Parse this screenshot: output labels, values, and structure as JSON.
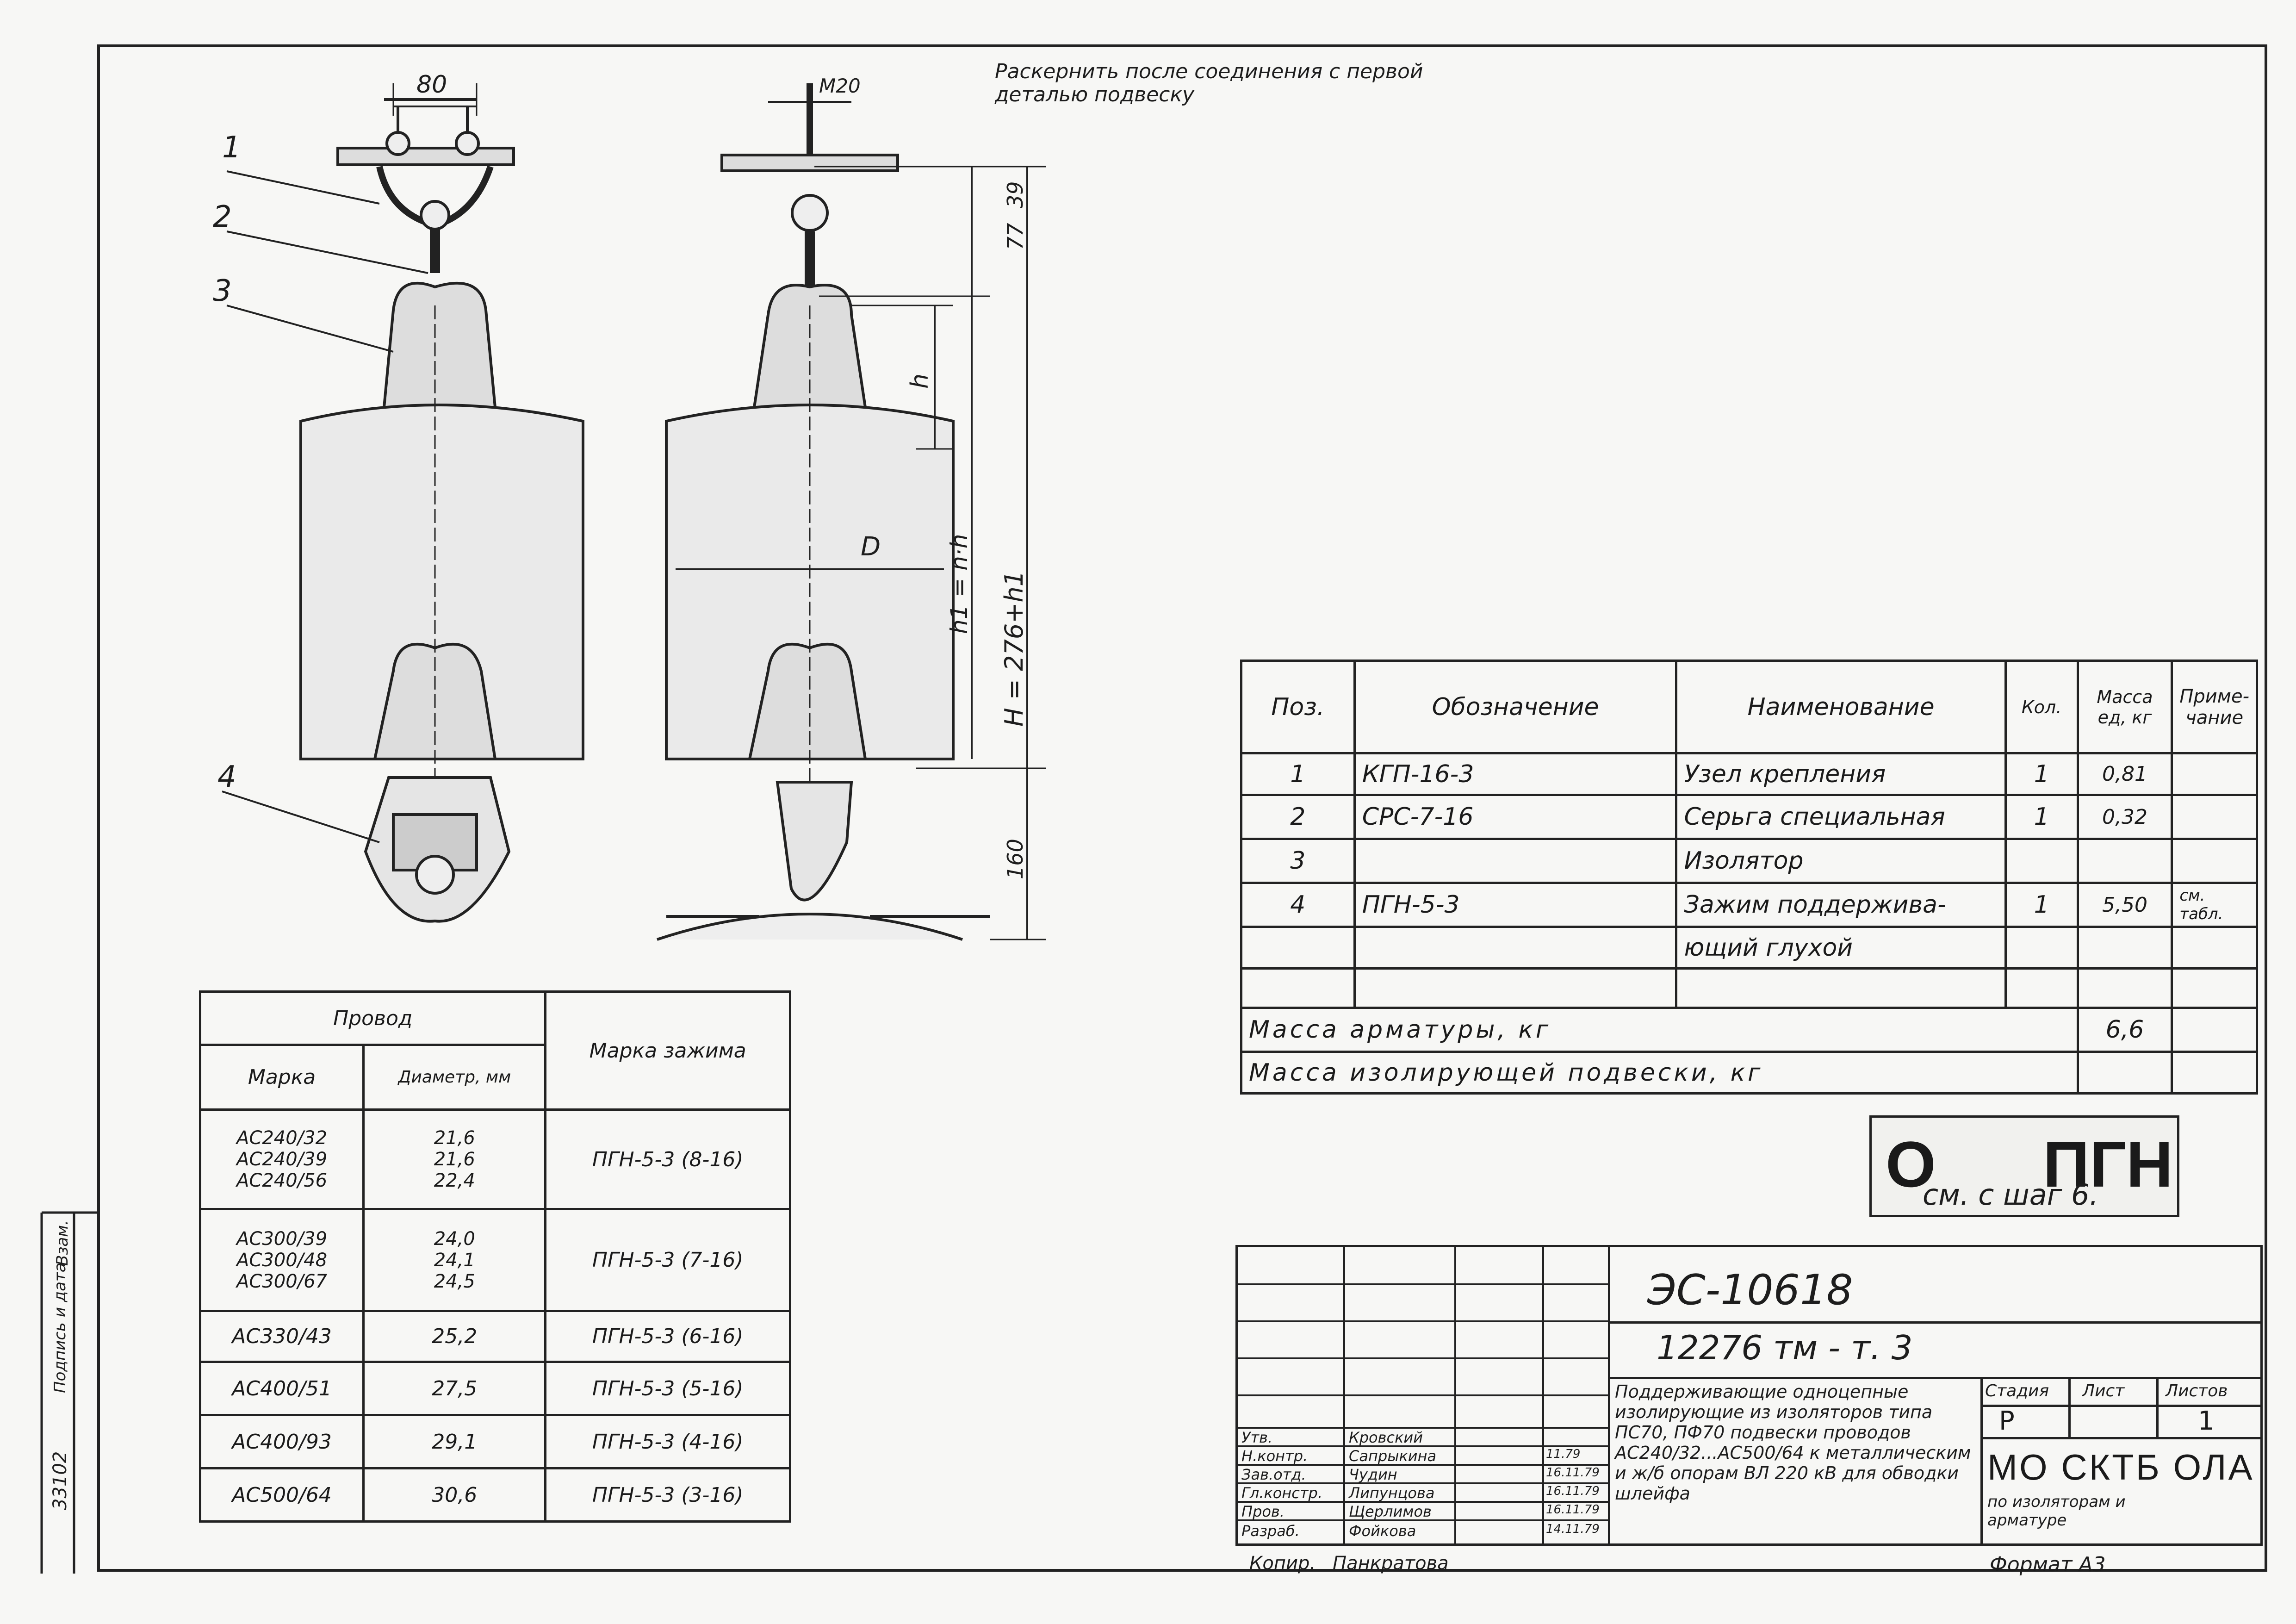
{
  "note": "Раскернить после соединения с первой деталью подвеску",
  "dims": {
    "width_top": "80",
    "bolt": "M20",
    "d77": "77",
    "d39": "39",
    "h": "h",
    "h1": "h1 = n·h",
    "H": "H = 276+h1",
    "d160": "160",
    "D": "D"
  },
  "positions": [
    "1",
    "2",
    "3",
    "4"
  ],
  "spec_table": {
    "headers": [
      "Поз.",
      "Обозначение",
      "Наименование",
      "Кол.",
      "Масса ед, кг",
      "Приме-чание"
    ],
    "rows": [
      {
        "pos": "1",
        "code": "КГП-16-3",
        "name": "Узел крепления",
        "qty": "1",
        "mass": "0,81",
        "note": ""
      },
      {
        "pos": "2",
        "code": "СРС-7-16",
        "name": "Серьга специальная",
        "qty": "1",
        "mass": "0,32",
        "note": ""
      },
      {
        "pos": "3",
        "code": "",
        "name": "Изолятор",
        "qty": "",
        "mass": "",
        "note": ""
      },
      {
        "pos": "4",
        "code": "ПГН-5-3",
        "name": "Зажим поддержива-",
        "qty": "1",
        "mass": "5,50",
        "note": "см. табл."
      },
      {
        "pos": "",
        "code": "",
        "name": "ющий глухой",
        "qty": "",
        "mass": "",
        "note": ""
      },
      {
        "pos": "",
        "code": "",
        "name": "",
        "qty": "",
        "mass": "",
        "note": ""
      }
    ],
    "mass_fittings_label": "Масса арматуры, кг",
    "mass_fittings_value": "6,6",
    "mass_insulating_label": "Масса изолирующей подвески, кг"
  },
  "wire_table": {
    "header_wire": "Провод",
    "header_mark": "Марка",
    "header_diam": "Диаметр, мм",
    "header_clamp": "Марка зажима",
    "rows": [
      {
        "marks": "АС240/32\nАС240/39\nАС240/56",
        "diams": "21,6\n21,6\n22,4",
        "clamp": "ПГН-5-3 (8-16)"
      },
      {
        "marks": "АС300/39\nАС300/48\nАС300/67",
        "diams": "24,0\n24,1\n24,5",
        "clamp": "ПГН-5-3 (7-16)"
      },
      {
        "marks": "АС330/43",
        "diams": "25,2",
        "clamp": "ПГН-5-3 (6-16)"
      },
      {
        "marks": "АС400/51",
        "diams": "27,5",
        "clamp": "ПГН-5-3 (5-16)"
      },
      {
        "marks": "АС400/93",
        "diams": "29,1",
        "clamp": "ПГН-5-3 (4-16)"
      },
      {
        "marks": "АС500/64",
        "diams": "30,6",
        "clamp": "ПГН-5-3 (3-16)"
      }
    ]
  },
  "stamp": {
    "big_left": "О",
    "big_right": "ПГН",
    "handwritten": "см. с шаг 6."
  },
  "title_block": {
    "doc_number": "ЭС-10618",
    "sub_number": "12276 тм - т. 3",
    "description": "Поддерживающие одноцепные изолирующие из изоляторов типа ПС70, ПФ70 подвески проводов АС240/32...АС500/64 к металлическим и ж/б опорам ВЛ 220 кВ для обводки шлейфа",
    "stage_label": "Стадия",
    "sheet_label": "Лист",
    "sheets_label": "Листов",
    "stage": "Р",
    "sheet": "",
    "sheets": "1",
    "org": "МО СКТБ ОЛА",
    "org_sub": "по изоляторам и арматуре",
    "signers": [
      {
        "role": "Утв.",
        "name": "Кровский",
        "date": ""
      },
      {
        "role": "Н.контр.",
        "name": "Сапрыкина",
        "date": "11.79"
      },
      {
        "role": "Зав.отд.",
        "name": "Чудин",
        "date": "16.11.79"
      },
      {
        "role": "Гл.констр.",
        "name": "Липунцова",
        "date": "16.11.79"
      },
      {
        "role": "Пров.",
        "name": "Щерлимов",
        "date": "16.11.79"
      },
      {
        "role": "Разраб.",
        "name": "Фойкова",
        "date": "14.11.79"
      }
    ],
    "copied_label": "Копир.",
    "copied_name": "Панкратова",
    "format": "Формат А3"
  },
  "side_stamp": {
    "label1": "Подпись и дата",
    "label2": "Взам.",
    "number": "33102"
  }
}
